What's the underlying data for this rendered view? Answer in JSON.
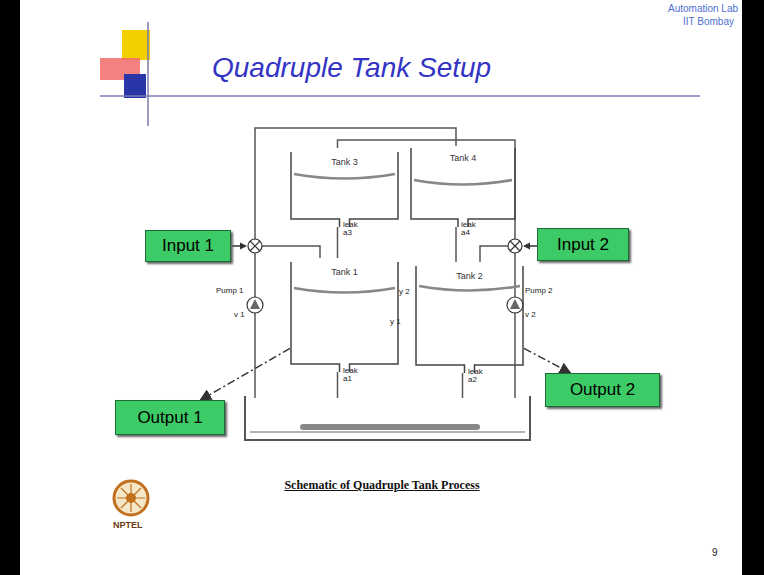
{
  "diagram": {
    "title": "Quadruple Tank Setup",
    "caption": "Schematic of Quadruple Tank Process",
    "nodes": [
      {
        "text": [
          "Tank 3"
        ]
      },
      {
        "text": [
          "Tank 4"
        ]
      },
      {
        "text": [
          "Input 1"
        ]
      },
      {
        "text": [
          "Input 2"
        ]
      },
      {
        "text": [
          "Tank 1"
        ]
      },
      {
        "text": [
          "Tank 2"
        ]
      },
      {
        "text": [
          "Output 1"
        ]
      },
      {
        "text": [
          "Output 2"
        ]
      }
    ],
    "edges": [
      {
        "from": 4,
        "to": 6,
        "arrow": "to"
      },
      {
        "from": 5,
        "to": 7,
        "arrow": "to"
      }
    ],
    "labels": [
      "Automation Lab",
      "IIT Bombay",
      "leak a3",
      "leak a4",
      "Pump 1",
      "v 1",
      "y 2",
      "Pump 2",
      "v 2",
      "y 1",
      "leak a1",
      "leak a2",
      "NPTEL",
      "9"
    ]
  }
}
